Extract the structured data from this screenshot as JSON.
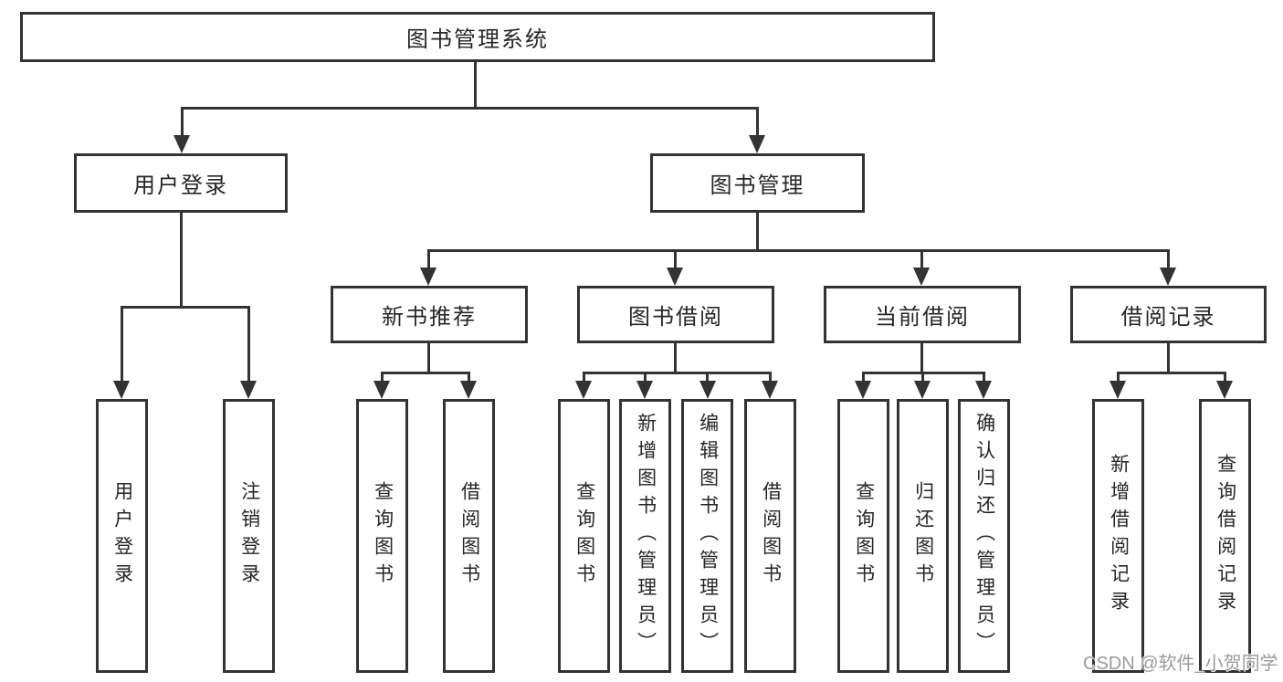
{
  "colors": {
    "line": "#333333",
    "box_border": "#333333",
    "text": "#262626",
    "watermark": "#9b9b9b",
    "background": "#ffffff"
  },
  "diagram": {
    "root": {
      "label": "图书管理系统"
    },
    "level2": [
      {
        "label": "用户登录"
      },
      {
        "label": "图书管理"
      }
    ],
    "level3": [
      {
        "label": "新书推荐"
      },
      {
        "label": "图书借阅"
      },
      {
        "label": "当前借阅"
      },
      {
        "label": "借阅记录"
      }
    ],
    "leaves": {
      "user_login": [
        {
          "label": "用户登录"
        },
        {
          "label": "注销登录"
        }
      ],
      "new_book_recommend": [
        {
          "label": "查询图书"
        },
        {
          "label": "借阅图书"
        }
      ],
      "book_borrow": [
        {
          "label": "查询图书"
        },
        {
          "label": "新增图书（管理员）"
        },
        {
          "label": "编辑图书（管理员）"
        },
        {
          "label": "借阅图书"
        }
      ],
      "current_borrow": [
        {
          "label": "查询图书"
        },
        {
          "label": "归还图书"
        },
        {
          "label": "确认归还（管理员）"
        }
      ],
      "borrow_records": [
        {
          "label": "新增借阅记录"
        },
        {
          "label": "查询借阅记录"
        }
      ]
    }
  },
  "watermark": {
    "text": "CSDN @软件_小贺同学"
  }
}
